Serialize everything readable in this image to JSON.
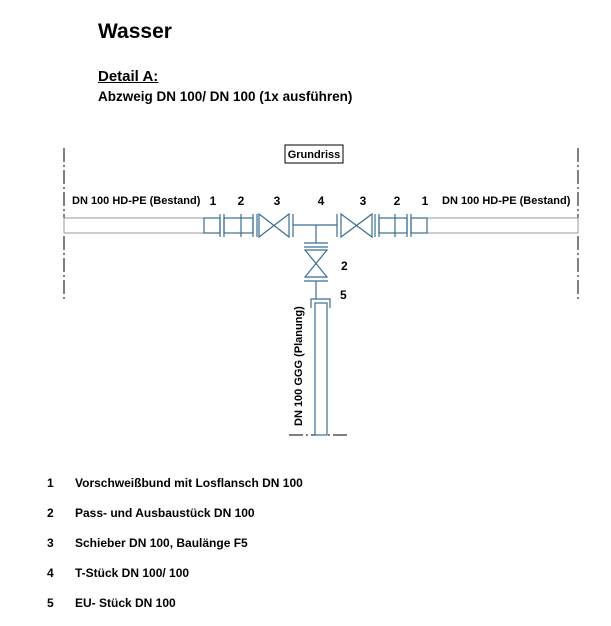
{
  "title": "Wasser",
  "detail": "Detail A:",
  "subtitle": "Abzweig DN 100/ DN 100 (1x ausführen)",
  "diagram": {
    "view_label": "Grundriss",
    "left_pipe": "DN 100 HD-PE (Bestand)",
    "right_pipe": "DN 100 HD-PE (Bestand)",
    "branch_pipe": "DN 100 GGG (Planung)",
    "markers": {
      "l1": "1",
      "l2": "2",
      "l3": "3",
      "t4": "4",
      "r3": "3",
      "r2": "2",
      "r1": "1",
      "b2": "2",
      "b5": "5"
    },
    "pipe_color": "#3a6f8f"
  },
  "legend": [
    {
      "num": "1",
      "text": "Vorschweißbund mit Losflansch DN 100"
    },
    {
      "num": "2",
      "text": "Pass- und Ausbaustück DN 100"
    },
    {
      "num": "3",
      "text": "Schieber DN 100, Baulänge F5"
    },
    {
      "num": "4",
      "text": "T-Stück DN 100/ 100"
    },
    {
      "num": "5",
      "text": "EU- Stück DN 100"
    }
  ]
}
